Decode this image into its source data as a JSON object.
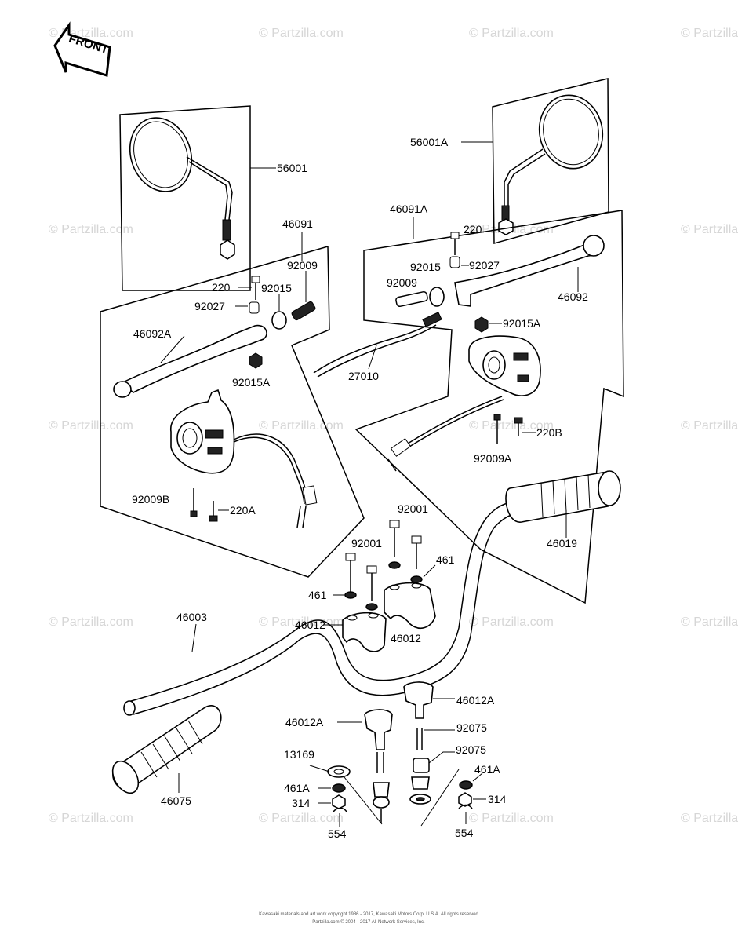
{
  "direction_label": "FRONT",
  "watermark": "© Partzilla.com",
  "footer": {
    "line1": "Kawasaki materials and art work copyright 1986 - 2017, Kawasaki Motors Corp. U.S.A. All rights reserved",
    "line2": "Partzilla.com © 2004 - 2017 All Network Services, Inc."
  },
  "labels": {
    "p56001": "56001",
    "p56001A": "56001A",
    "p46091": "46091",
    "p46091A": "46091A",
    "p220": "220",
    "p220b": "220",
    "p92009": "92009",
    "p92009b": "92009",
    "p92015": "92015",
    "p92015b": "92015",
    "p92027": "92027",
    "p92027b": "92027",
    "p46092A": "46092A",
    "p46092": "46092",
    "p92015A": "92015A",
    "p92015Ab": "92015A",
    "p27010": "27010",
    "p220B": "220B",
    "p92009A": "92009A",
    "p92009B": "92009B",
    "p220A": "220A",
    "p92001": "92001",
    "p92001b": "92001",
    "p461": "461",
    "p461b": "461",
    "p46019": "46019",
    "p46003": "46003",
    "p46012": "46012",
    "p46012b": "46012",
    "p46012A": "46012A",
    "p46012Ab": "46012A",
    "p92075": "92075",
    "p92075b": "92075",
    "p13169": "13169",
    "p461A": "461A",
    "p461Ab": "461A",
    "p314": "314",
    "p314b": "314",
    "p554": "554",
    "p554b": "554",
    "p46075": "46075"
  }
}
